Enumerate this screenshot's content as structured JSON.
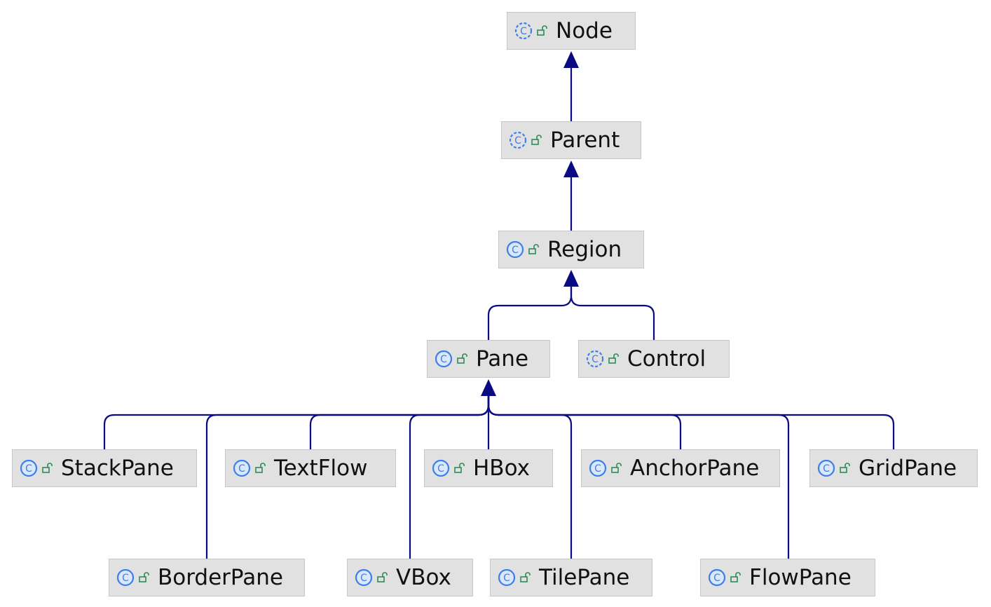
{
  "diagram": {
    "colors": {
      "edge": "#0a0a82",
      "node_fill": "#e1e1e1",
      "node_border": "#c6c6c6",
      "class_icon": "#3d7fe8",
      "lock_icon": "#2e8b57"
    },
    "nodes": {
      "node": {
        "label": "Node",
        "class_icon": "abstract-class-icon",
        "visibility_icon": "public-lock-icon"
      },
      "parent": {
        "label": "Parent",
        "class_icon": "abstract-class-icon",
        "visibility_icon": "public-lock-icon"
      },
      "region": {
        "label": "Region",
        "class_icon": "class-icon",
        "visibility_icon": "public-lock-icon"
      },
      "pane": {
        "label": "Pane",
        "class_icon": "class-icon",
        "visibility_icon": "public-lock-icon"
      },
      "control": {
        "label": "Control",
        "class_icon": "abstract-class-icon",
        "visibility_icon": "public-lock-icon"
      },
      "stackpane": {
        "label": "StackPane",
        "class_icon": "class-icon",
        "visibility_icon": "public-lock-icon"
      },
      "textflow": {
        "label": "TextFlow",
        "class_icon": "class-icon",
        "visibility_icon": "public-lock-icon"
      },
      "hbox": {
        "label": "HBox",
        "class_icon": "class-icon",
        "visibility_icon": "public-lock-icon"
      },
      "anchorpane": {
        "label": "AnchorPane",
        "class_icon": "class-icon",
        "visibility_icon": "public-lock-icon"
      },
      "gridpane": {
        "label": "GridPane",
        "class_icon": "class-icon",
        "visibility_icon": "public-lock-icon"
      },
      "borderpane": {
        "label": "BorderPane",
        "class_icon": "class-icon",
        "visibility_icon": "public-lock-icon"
      },
      "vbox": {
        "label": "VBox",
        "class_icon": "class-icon",
        "visibility_icon": "public-lock-icon"
      },
      "tilepane": {
        "label": "TilePane",
        "class_icon": "class-icon",
        "visibility_icon": "public-lock-icon"
      },
      "flowpane": {
        "label": "FlowPane",
        "class_icon": "class-icon",
        "visibility_icon": "public-lock-icon"
      }
    },
    "edges": [
      {
        "from": "parent",
        "to": "node"
      },
      {
        "from": "region",
        "to": "parent"
      },
      {
        "from": "pane",
        "to": "region"
      },
      {
        "from": "control",
        "to": "region"
      },
      {
        "from": "stackpane",
        "to": "pane"
      },
      {
        "from": "textflow",
        "to": "pane"
      },
      {
        "from": "hbox",
        "to": "pane"
      },
      {
        "from": "anchorpane",
        "to": "pane"
      },
      {
        "from": "gridpane",
        "to": "pane"
      },
      {
        "from": "borderpane",
        "to": "pane"
      },
      {
        "from": "vbox",
        "to": "pane"
      },
      {
        "from": "tilepane",
        "to": "pane"
      },
      {
        "from": "flowpane",
        "to": "pane"
      }
    ]
  }
}
